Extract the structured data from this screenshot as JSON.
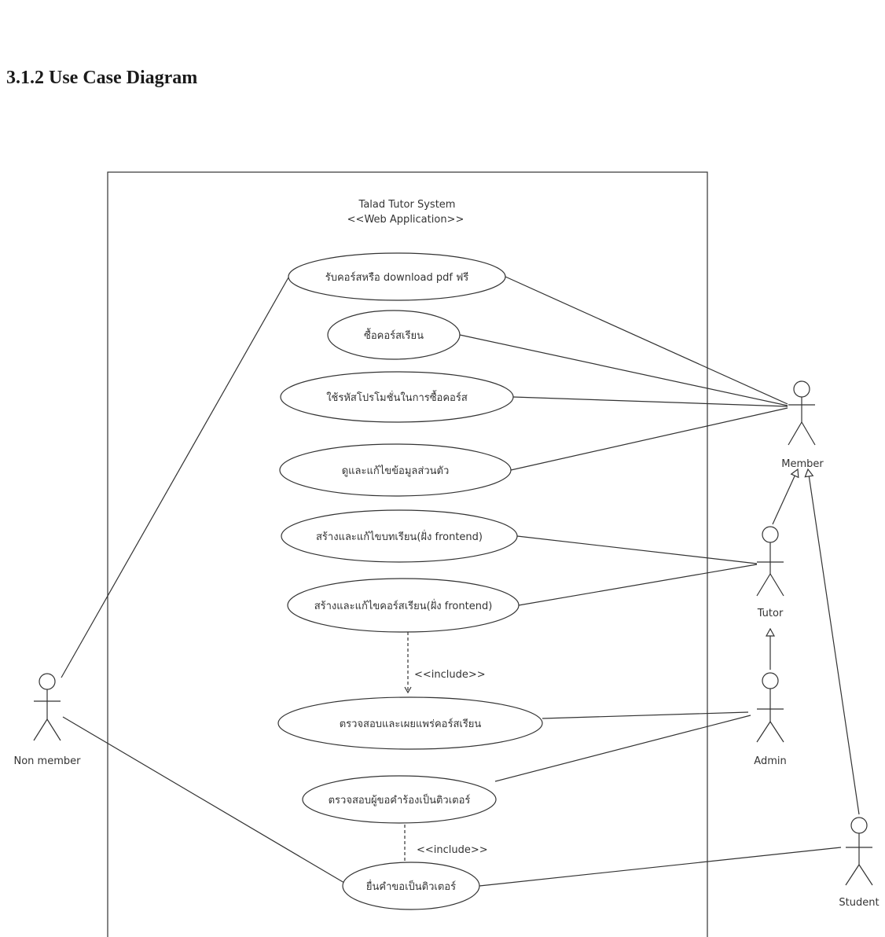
{
  "heading": "3.1.2 Use Case Diagram",
  "system": {
    "name": "Talad Tutor System",
    "stereotype": "<<Web Application>>"
  },
  "use_cases": [
    "รับคอร์สหรือ download pdf ฟรี",
    "ซื้อคอร์สเรียน",
    "ใช้รหัสโปรโมชั่นในการซื้อคอร์ส",
    "ดูและแก้ไขข้อมูลส่วนตัว",
    "สร้างและแก้ไขบทเรียน(ฝั่ง frontend)",
    "สร้างและแก้ไขคอร์สเรียน(ฝั่ง frontend)",
    "ตรวจสอบและเผยแพร่คอร์สเรียน",
    "ตรวจสอบผู้ขอคำร้องเป็นติวเตอร์",
    "ยื่นคำขอเป็นติวเตอร์"
  ],
  "actors": [
    "Member",
    "Tutor",
    "Admin",
    "Student",
    "Non member"
  ],
  "relations": {
    "include_1": "<<include>>",
    "include_2": "<<include>>"
  }
}
